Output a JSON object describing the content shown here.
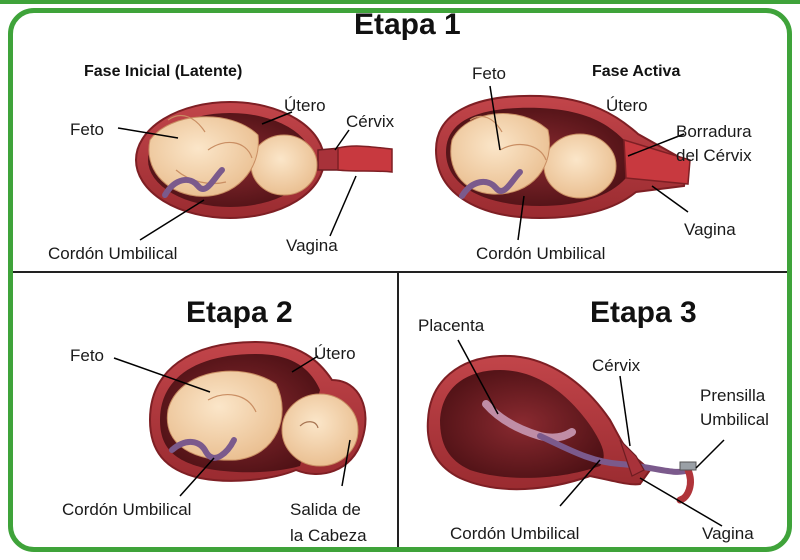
{
  "stage1": {
    "title": "Etapa 1",
    "latent": {
      "phase_title": "Fase Inicial (Latente)",
      "feto": "Feto",
      "utero": "Útero",
      "cervix": "Cérvix",
      "cordon": "Cordón Umbilical",
      "vagina": "Vagina"
    },
    "active": {
      "phase_title": "Fase Activa",
      "feto": "Feto",
      "utero": "Útero",
      "borradura_line1": "Borradura",
      "borradura_line2": "del Cérvix",
      "vagina": "Vagina",
      "cordon": "Cordón Umbilical"
    }
  },
  "stage2": {
    "title": "Etapa 2",
    "feto": "Feto",
    "utero": "Útero",
    "cordon": "Cordón Umbilical",
    "salida_line1": "Salida de",
    "salida_line2": "la Cabeza"
  },
  "stage3": {
    "title": "Etapa 3",
    "placenta": "Placenta",
    "cervix": "Cérvix",
    "prensilla_line1": "Prensilla",
    "prensilla_line2": "Umbilical",
    "cordon": "Cordón Umbilical",
    "vagina": "Vagina"
  },
  "colors": {
    "frame_green": "#3fa33a",
    "uterus_wall": "#b0343a",
    "uterus_inner": "#6e1d22",
    "fetus_skin": "#f6d6b0",
    "cord": "#7b5a8c"
  }
}
